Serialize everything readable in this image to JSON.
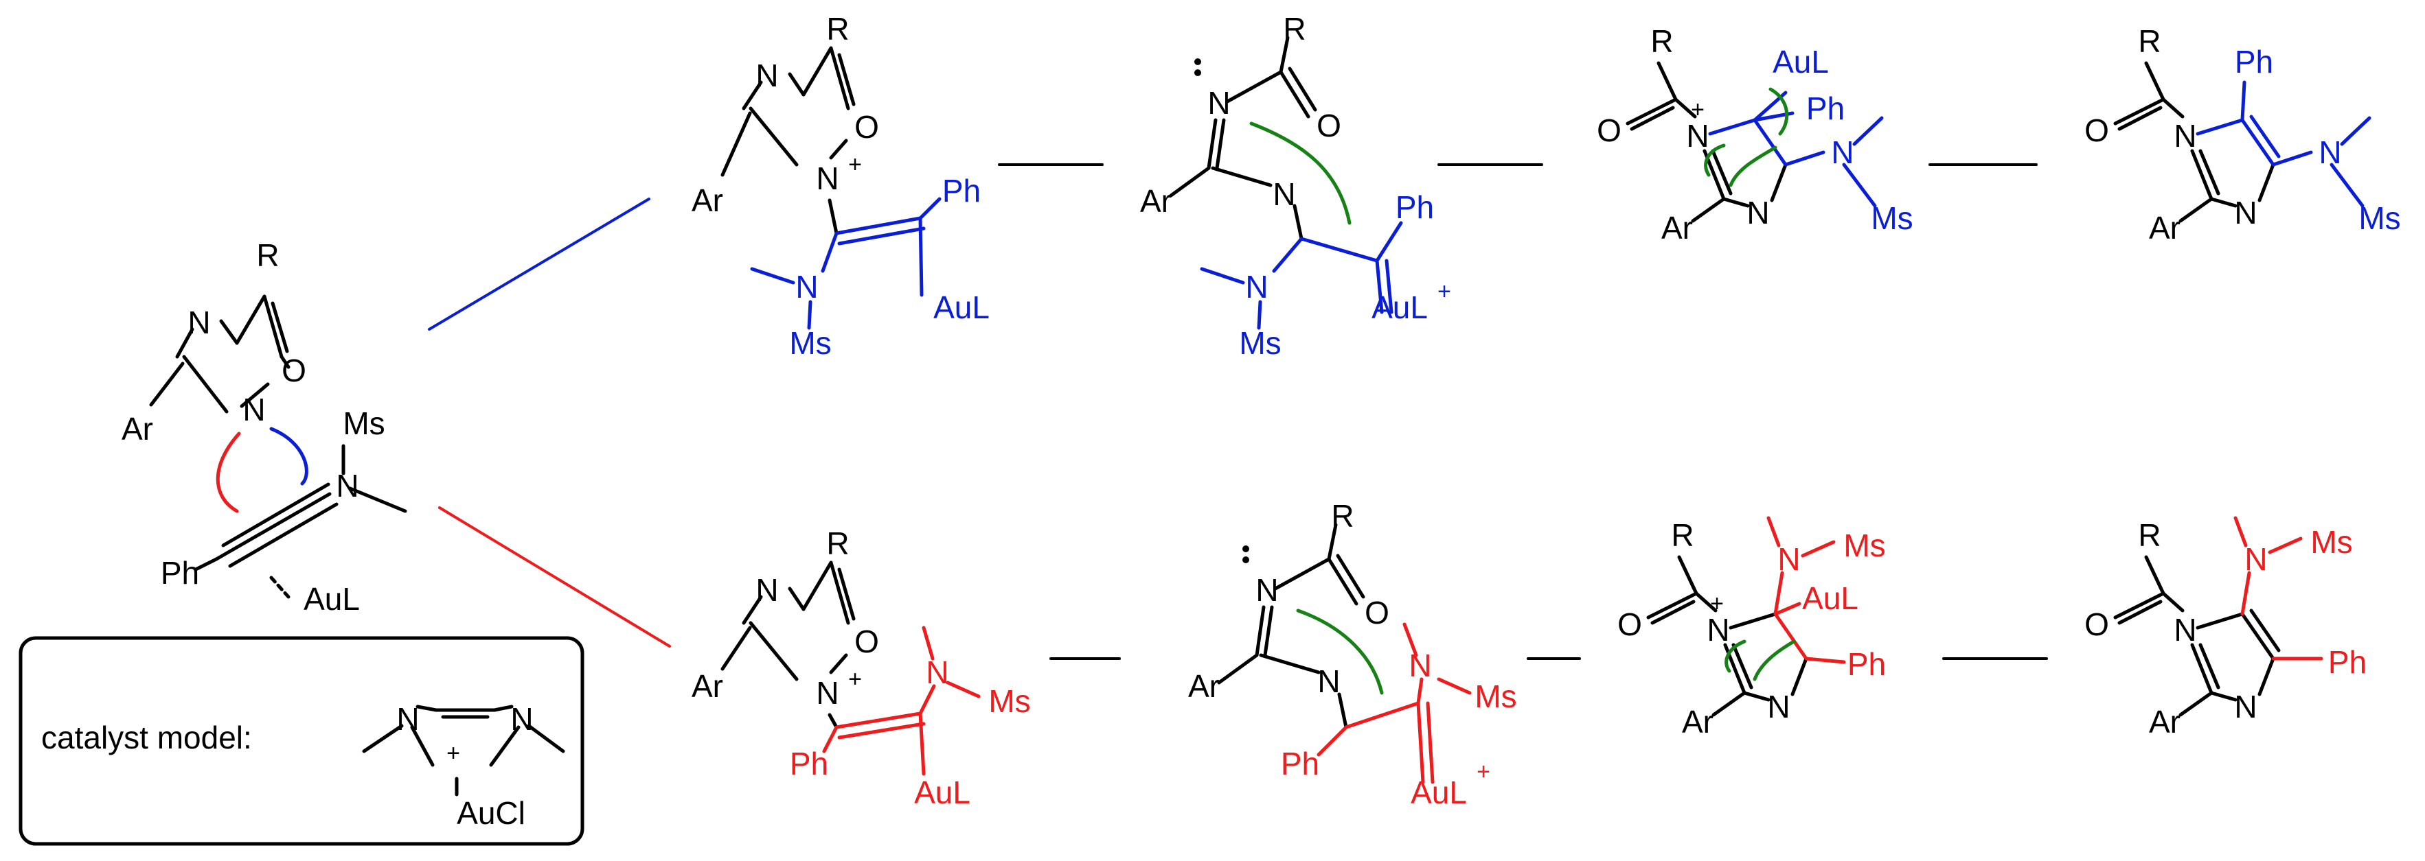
{
  "atoms": {
    "R": "R",
    "N": "N",
    "O": "O",
    "Ar": "Ar",
    "Ph": "Ph",
    "Ms": "Ms",
    "AuL": "AuL",
    "AuCl": "AuCl",
    "plus": "+"
  },
  "catalyst_box": {
    "label": "catalyst model:"
  },
  "colors": {
    "black": "#000000",
    "blue": "#0a1ed6",
    "red": "#ee1c1c",
    "green": "#168216",
    "box_border": "#000000"
  },
  "pathways": [
    {
      "name": "upper",
      "color": "#0a1ed6"
    },
    {
      "name": "lower",
      "color": "#ee1c1c"
    }
  ]
}
